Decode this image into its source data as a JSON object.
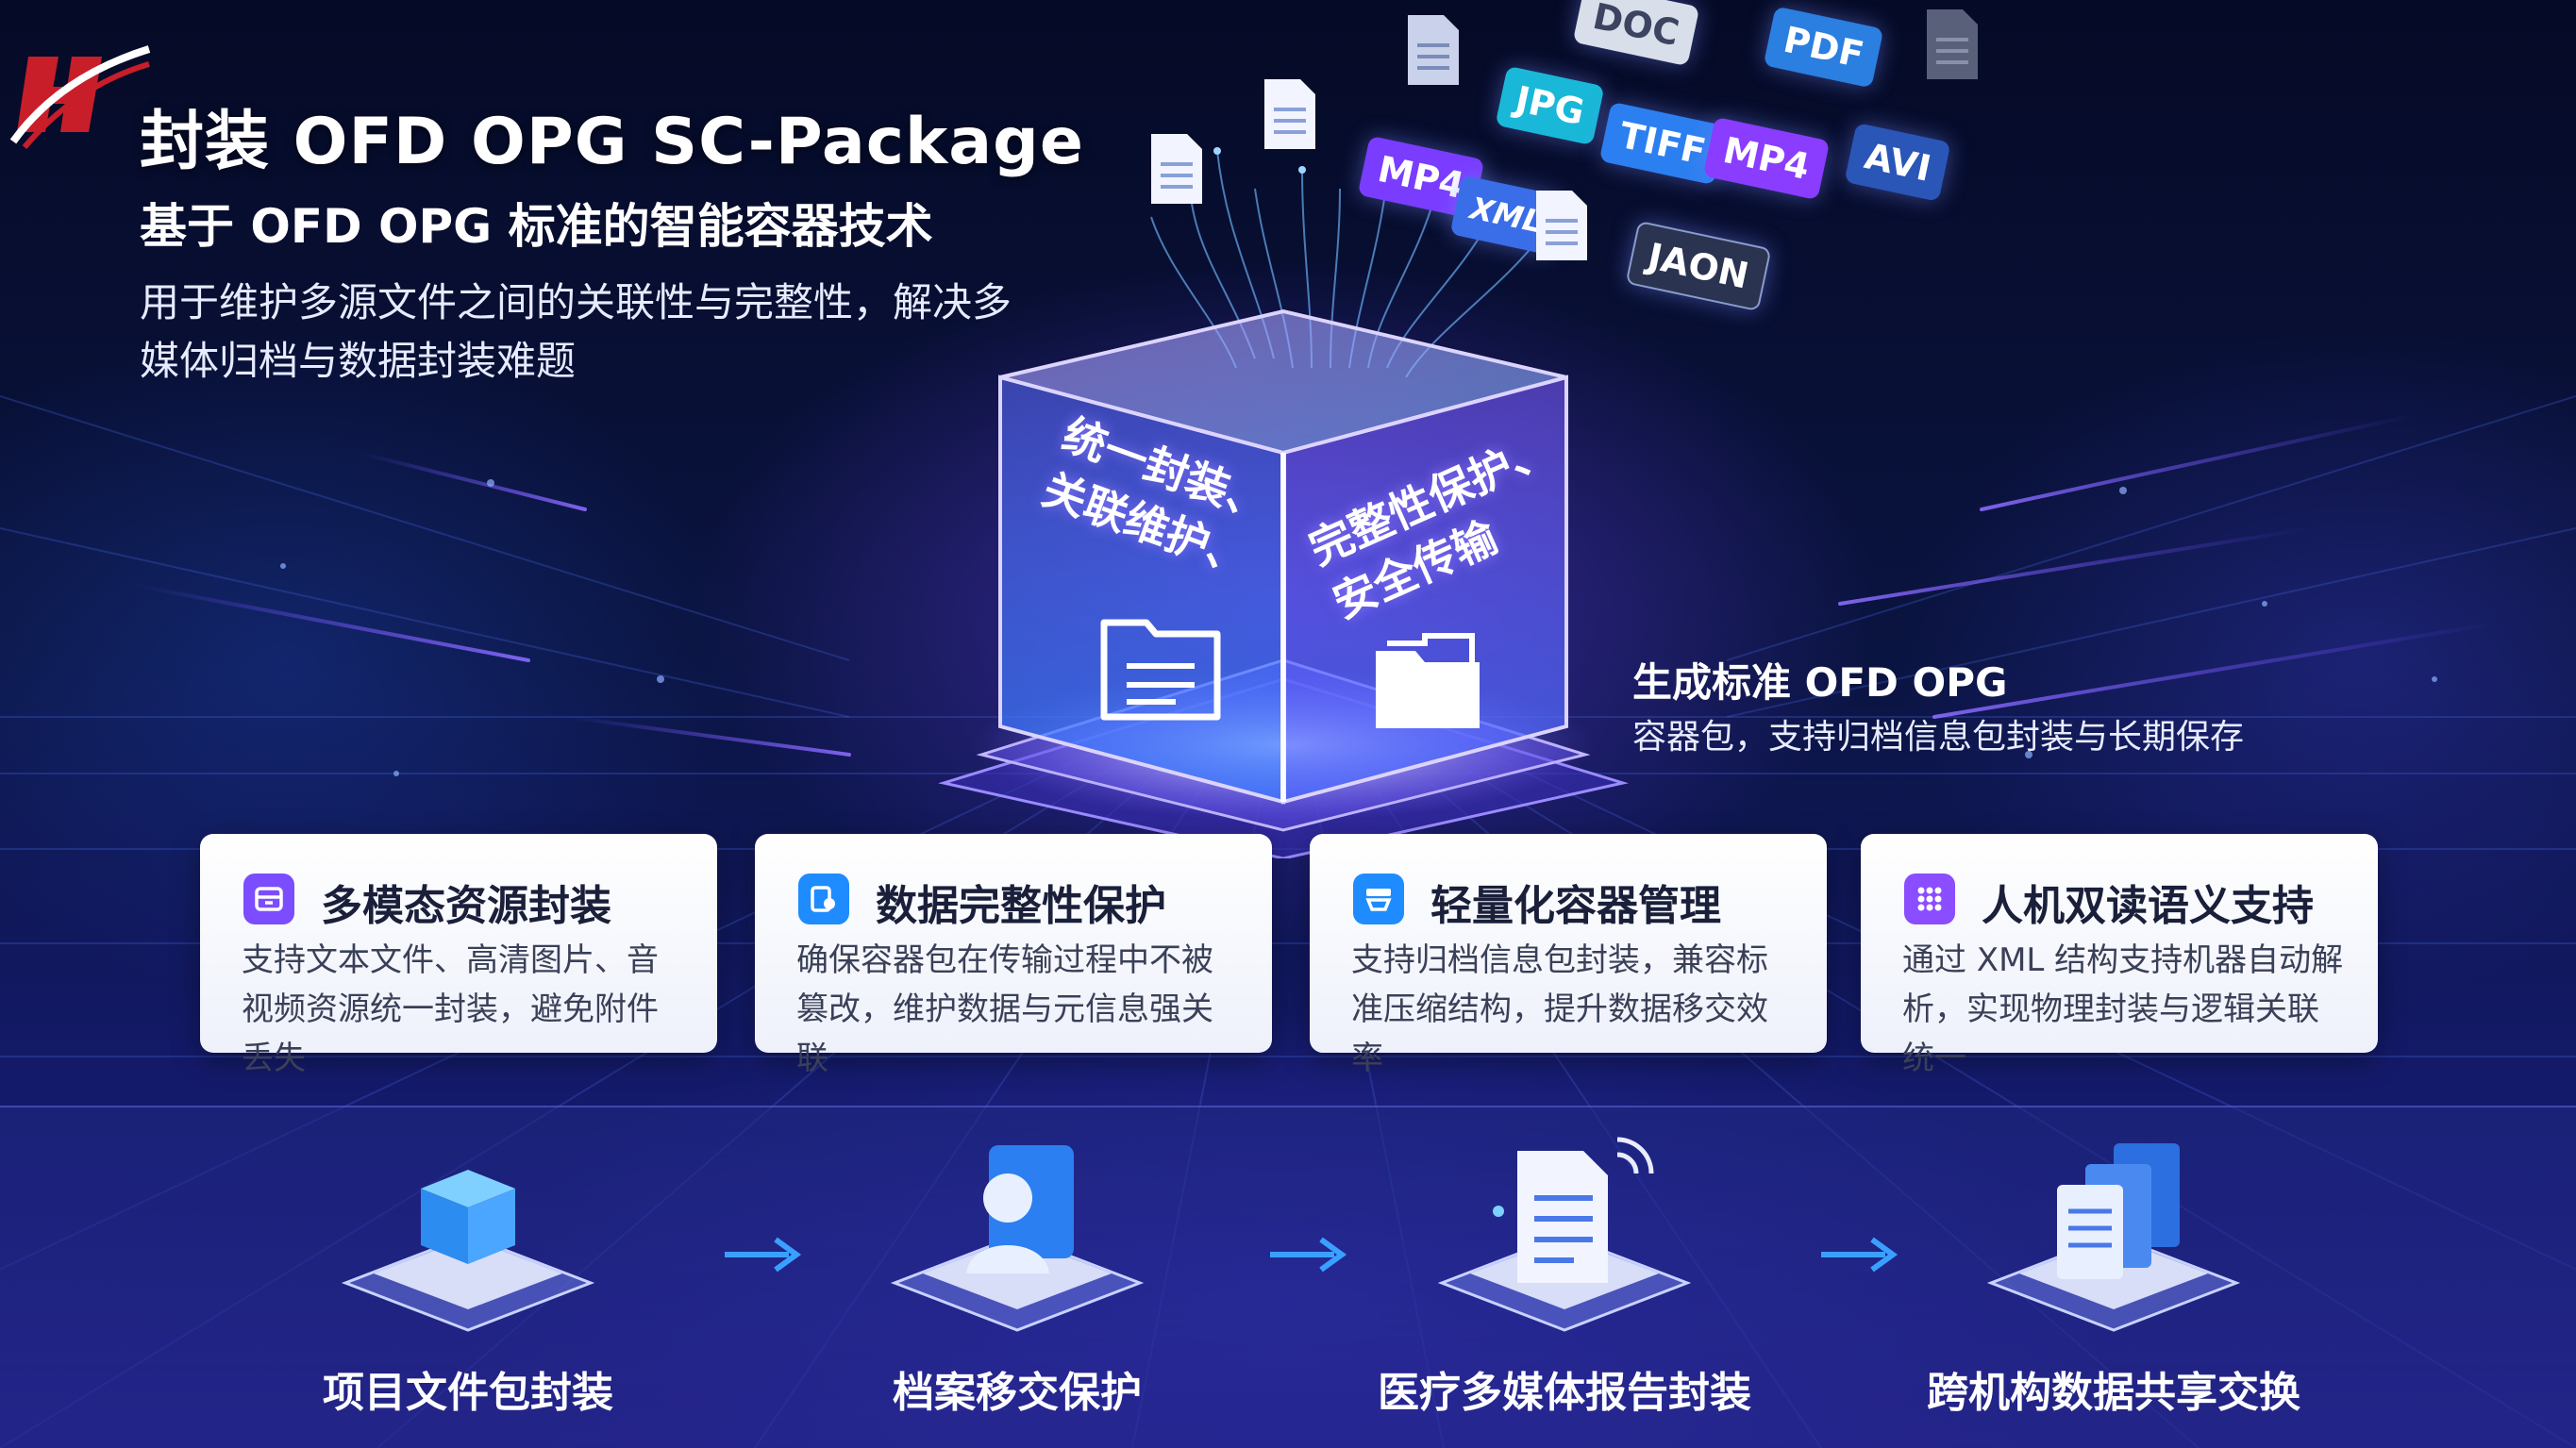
{
  "header": {
    "title": "封装 OFD OPG SC-Package",
    "subtitle": "基于 OFD OPG 标准的智能容器技术",
    "description": "用于维护多源文件之间的关联性与完整性，解决多媒体归档与数据封装难题"
  },
  "file_tiles": [
    "DOC",
    "PDF",
    "JPG",
    "TIFF",
    "MP4",
    "AVI",
    "MP4",
    "XML",
    "JAON"
  ],
  "cube": {
    "left_text": "统一封装、关联维护、",
    "right_text": "完整性保护、安全传输"
  },
  "callout": {
    "title": "生成标准 OFD OPG",
    "text": "容器包，支持归档信息包封装与长期保存"
  },
  "cards": [
    {
      "title": "多模态资源封装",
      "desc": "支持文本文件、高清图片、音视频资源统一封装，避免附件丢失",
      "icon": "archive-box-icon",
      "color": "#7b4dff"
    },
    {
      "title": "数据完整性保护",
      "desc": "确保容器包在传输过程中不被篡改，维护数据与元信息强关联",
      "icon": "shield-file-icon",
      "color": "#1e8cff"
    },
    {
      "title": "轻量化容器管理",
      "desc": "支持归档信息包封装，兼容标准压缩结构，提升数据移交效率",
      "icon": "container-tray-icon",
      "color": "#1e8cff"
    },
    {
      "title": "人机双读语义支持",
      "desc": "通过 XML 结构支持机器自动解析，实现物理封装与逻辑关联统一",
      "icon": "grid-dots-icon",
      "color": "#8a4dff"
    }
  ],
  "scenarios": [
    {
      "label": "项目文件包封装",
      "icon": "cube-platform-icon"
    },
    {
      "label": "档案移交保护",
      "icon": "user-document-icon"
    },
    {
      "label": "医疗多媒体报告封装",
      "icon": "report-wireless-icon"
    },
    {
      "label": "跨机构数据共享交换",
      "icon": "stacked-documents-icon"
    }
  ]
}
